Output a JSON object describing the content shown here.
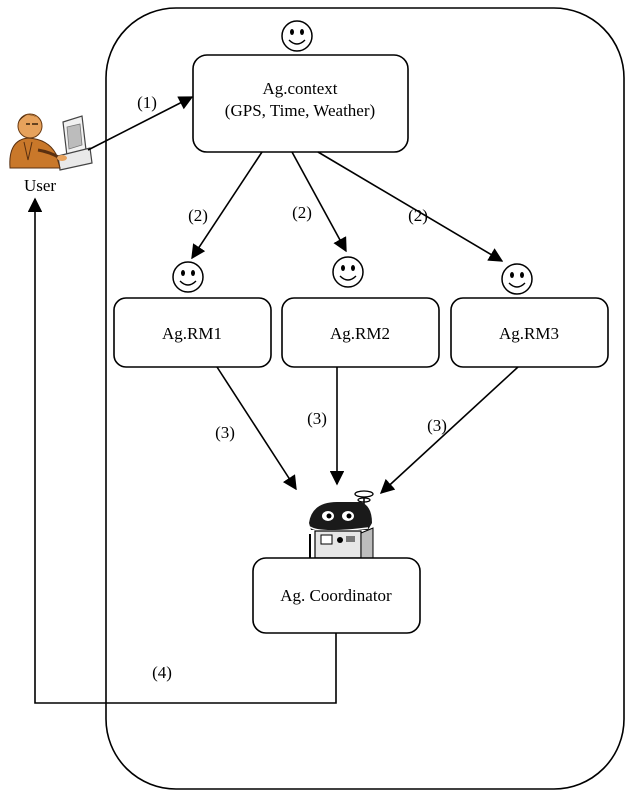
{
  "nodes": {
    "context": {
      "line1": "Ag.context",
      "line2": "(GPS, Time, Weather)"
    },
    "rm1": {
      "label": "Ag.RM1"
    },
    "rm2": {
      "label": "Ag.RM2"
    },
    "rm3": {
      "label": "Ag.RM3"
    },
    "coordinator": {
      "label": "Ag. Coordinator"
    },
    "user": {
      "label": "User"
    }
  },
  "edge_labels": {
    "step1": "(1)",
    "step2": "(2)",
    "step3": "(3)",
    "step4": "(4)"
  },
  "colors": {
    "stroke": "#000000",
    "background": "#ffffff"
  },
  "icons": {
    "agent": "smiley-face-icon",
    "coordinator": "robot-icon",
    "user": "user-at-computer-icon"
  }
}
